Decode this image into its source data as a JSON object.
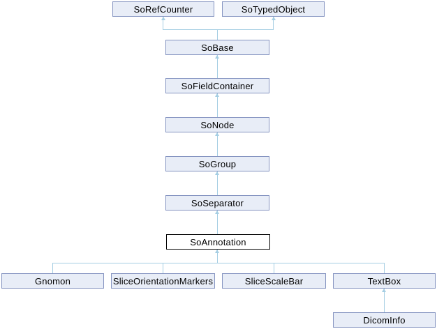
{
  "colors": {
    "background": "#ffffff",
    "node_fill": "#e8edf7",
    "node_border": "#8493c0",
    "current_node_fill": "#ffffff",
    "current_node_border": "#000000",
    "edge": "#a5cee3",
    "text": "#000000"
  },
  "diagram": {
    "type": "class-inheritance",
    "current_class": "SoAnnotation",
    "nodes": [
      {
        "label": "SoRefCounter"
      },
      {
        "label": "SoTypedObject"
      },
      {
        "label": "SoBase"
      },
      {
        "label": "SoFieldContainer"
      },
      {
        "label": "SoNode"
      },
      {
        "label": "SoGroup"
      },
      {
        "label": "SoSeparator"
      },
      {
        "label": "SoAnnotation"
      },
      {
        "label": "Gnomon"
      },
      {
        "label": "SliceOrientationMarkers"
      },
      {
        "label": "SliceScaleBar"
      },
      {
        "label": "TextBox"
      },
      {
        "label": "DicomInfo"
      }
    ],
    "edges": [
      {
        "from": "SoBase",
        "to": "SoRefCounter"
      },
      {
        "from": "SoBase",
        "to": "SoTypedObject"
      },
      {
        "from": "SoFieldContainer",
        "to": "SoBase"
      },
      {
        "from": "SoNode",
        "to": "SoFieldContainer"
      },
      {
        "from": "SoGroup",
        "to": "SoNode"
      },
      {
        "from": "SoSeparator",
        "to": "SoGroup"
      },
      {
        "from": "SoAnnotation",
        "to": "SoSeparator"
      },
      {
        "from": "Gnomon",
        "to": "SoAnnotation"
      },
      {
        "from": "SliceOrientationMarkers",
        "to": "SoAnnotation"
      },
      {
        "from": "SliceScaleBar",
        "to": "SoAnnotation"
      },
      {
        "from": "TextBox",
        "to": "SoAnnotation"
      },
      {
        "from": "DicomInfo",
        "to": "TextBox"
      }
    ]
  }
}
